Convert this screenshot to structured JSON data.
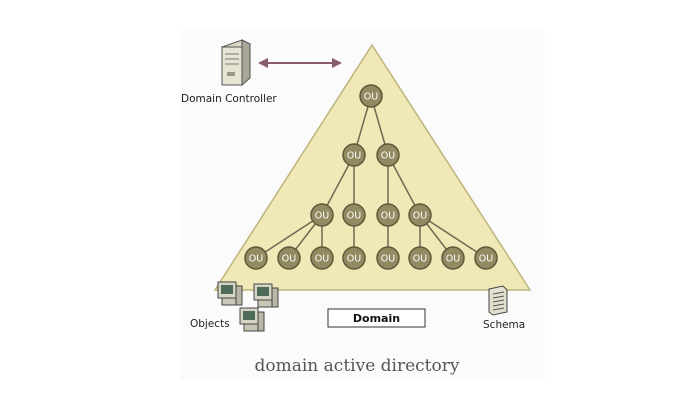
{
  "diagram": {
    "domain_controller_label": "Domain Controller",
    "objects_label": "Objects",
    "schema_label": "Schema",
    "domain_label": "Domain",
    "caption": "domain active directory",
    "ou_label": "OU",
    "ou_count": 15,
    "colors": {
      "triangle_fill": "#f0e8b6",
      "triangle_stroke": "#bdb47c",
      "ou_fill": "#928b62",
      "ou_stroke": "#5e5838",
      "edge": "#6a6a52",
      "arrow": "#8a5a6a"
    },
    "icons": [
      "server-icon",
      "computer-icon",
      "schema-document-icon",
      "double-arrow-icon"
    ]
  }
}
